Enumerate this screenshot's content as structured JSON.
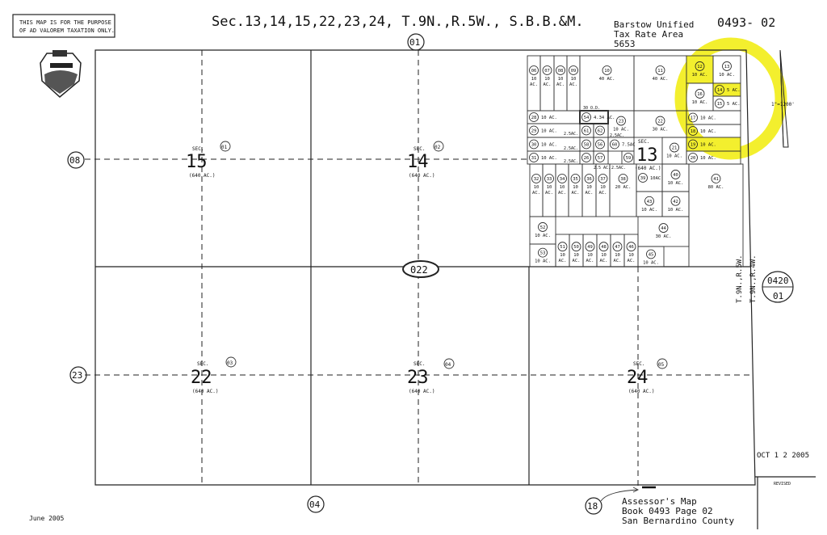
{
  "header": {
    "title": "Sec.13,14,15,22,23,24, T.9N.,R.5W., S.B.B.&M.",
    "disclaimer_line1": "THIS MAP IS FOR THE PURPOSE",
    "disclaimer_line2": "OF AD VALOREM TAXATION ONLY.",
    "district": "Barstow Unified",
    "tax_rate_area_label": "Tax Rate Area",
    "tax_rate_area": "5653",
    "book_page": "0493- 02"
  },
  "scale": "1\"=1200'",
  "township_left": "T.9N.,R.5W.",
  "township_right": "T.9N.,R.4W.",
  "adjacent": {
    "top": "01",
    "left_upper": "08",
    "left_lower": "23",
    "bottom": "04",
    "bottom_right": "18",
    "center": "022",
    "right_top": "0420",
    "right_bottom": "01"
  },
  "sections": [
    {
      "sec_label": "SEC.",
      "number": "15",
      "area": "(640 AC.)",
      "block": "01"
    },
    {
      "sec_label": "SEC.",
      "number": "14",
      "area": "(640 AC.)",
      "block": "02"
    },
    {
      "sec_label": "SEC.",
      "number": "13",
      "area": "(640 AC.)",
      "block": ""
    },
    {
      "sec_label": "SEC.",
      "number": "22",
      "area": "(640 AC.)",
      "block": "03"
    },
    {
      "sec_label": "SEC.",
      "number": "23",
      "area": "(640 AC.)",
      "block": "04"
    },
    {
      "sec_label": "SEC.",
      "number": "24",
      "area": "(640 AC.)",
      "block": "05"
    }
  ],
  "parcels": [
    {
      "id": "06",
      "area": "10 AC."
    },
    {
      "id": "07",
      "area": "10 AC."
    },
    {
      "id": "08",
      "area": "10 AC."
    },
    {
      "id": "09",
      "area": "10 AC."
    },
    {
      "id": "10",
      "area": "40 AC."
    },
    {
      "id": "11",
      "area": "40 AC."
    },
    {
      "id": "12",
      "area": "10 AC.",
      "highlighted": true
    },
    {
      "id": "13",
      "area": "10 AC."
    },
    {
      "id": "16",
      "area": "10 AC."
    },
    {
      "id": "14",
      "area": "5 AC.",
      "highlighted": true
    },
    {
      "id": "15",
      "area": "5 AC."
    },
    {
      "id": "17",
      "area": "10 AC."
    },
    {
      "id": "18",
      "area": "10 AC."
    },
    {
      "id": "19",
      "area": "10 AC.",
      "highlighted": true
    },
    {
      "id": "20",
      "area": "10 AC."
    },
    {
      "id": "28",
      "area": "10 AC."
    },
    {
      "id": "29",
      "area": "10 AC."
    },
    {
      "id": "30",
      "area": "10 AC."
    },
    {
      "id": "31",
      "area": "10 AC."
    },
    {
      "id": "54",
      "area": "4.34 AC."
    },
    {
      "id": "23",
      "area": "10 AC."
    },
    {
      "id": "61",
      "area": "2.5AC."
    },
    {
      "id": "62",
      "area": "2.5AC."
    },
    {
      "id": "58",
      "area": "2.5AC."
    },
    {
      "id": "56",
      "area": ""
    },
    {
      "id": "26",
      "area": "2.5AC."
    },
    {
      "id": "57",
      "area": "2.5 AC."
    },
    {
      "id": "60",
      "area": "7.5AC"
    },
    {
      "id": "59",
      "area": "2.5AC."
    },
    {
      "id": "22",
      "area": "30 AC."
    },
    {
      "id": "21",
      "area": "10 AC."
    },
    {
      "id": "32",
      "area": "10 AC."
    },
    {
      "id": "33",
      "area": "10 AC."
    },
    {
      "id": "34",
      "area": "10 AC."
    },
    {
      "id": "35",
      "area": "10 AC."
    },
    {
      "id": "36",
      "area": "10 AC."
    },
    {
      "id": "37",
      "area": "10 AC."
    },
    {
      "id": "38",
      "area": "20 AC."
    },
    {
      "id": "39",
      "area": "10AC."
    },
    {
      "id": "40",
      "area": "10 AC."
    },
    {
      "id": "43",
      "area": "10 AC."
    },
    {
      "id": "42",
      "area": "10 AC."
    },
    {
      "id": "41",
      "area": "80 AC."
    },
    {
      "id": "52",
      "area": "10 AC."
    },
    {
      "id": "53",
      "area": "10 AC."
    },
    {
      "id": "51",
      "area": "10 AC."
    },
    {
      "id": "50",
      "area": "10 AC."
    },
    {
      "id": "49",
      "area": "10 AC."
    },
    {
      "id": "48",
      "area": "10 AC."
    },
    {
      "id": "47",
      "area": "10 AC."
    },
    {
      "id": "46",
      "area": "10 AC."
    },
    {
      "id": "44",
      "area": "30 AC."
    },
    {
      "id": "45",
      "area": "10 AC."
    }
  ],
  "easement_note": "30 O.D.",
  "footer": {
    "date_left": "June 2005",
    "date_stamp": "OCT 1 2 2005",
    "revised_label": "REVISED",
    "map_title": "Assessor's Map",
    "map_book": "Book 0493 Page 02",
    "map_county": "San Bernardino County"
  },
  "colors": {
    "highlight": "#f3ef2e",
    "line": "#222222",
    "paper": "#ffffff"
  }
}
